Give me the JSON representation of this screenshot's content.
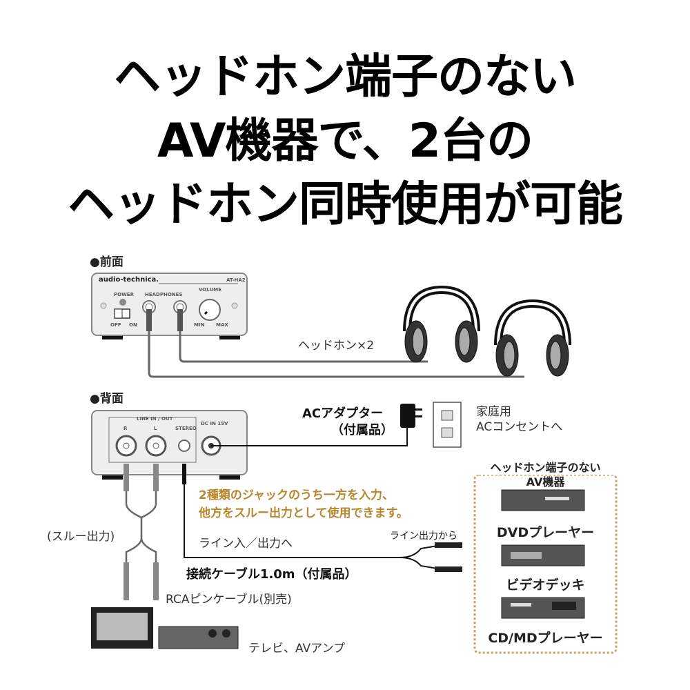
{
  "title": {
    "line1": "ヘッドホン端子のない",
    "line2": "AV機器で、2台の",
    "line3": "ヘッドホン同時使用が可能"
  },
  "front": {
    "section": "●前面",
    "brand": "audio-technica.",
    "model": "AT-HA2",
    "power": "POWER",
    "headphones": "HEADPHONES",
    "volume": "VOLUME",
    "off": "OFF",
    "on": "ON",
    "min": "MIN",
    "max": "MAX"
  },
  "headphones_label": "ヘッドホン×2",
  "rear": {
    "section": "●背面",
    "line_in_out": "LINE IN / OUT",
    "r": "R",
    "l": "L",
    "stereo": "STEREO",
    "dc_in": "DC IN 15V"
  },
  "ac_adapter": {
    "line1": "ACアダプター",
    "line2": "（付属品）"
  },
  "outlet": {
    "line1": "家庭用",
    "line2": "ACコンセントへ"
  },
  "note": {
    "line1": "2種類のジャックのうち一方を入力、",
    "line2": "他方をスルー出力として使用できます。"
  },
  "through_out": "(スルー出力)",
  "line_in_out_to": "ライン入／出力へ",
  "line_out_from": "ライン出力から",
  "cable": "接続ケーブル1.0m（付属品）",
  "rca_cable": "RCAピンケーブル(別売)",
  "tv_amp": "テレビ、AVアンプ",
  "av_box": {
    "title1": "ヘッドホン端子のない",
    "title2": "AV機器",
    "devices": [
      "DVDプレーヤー",
      "ビデオデッキ",
      "CD/MDプレーヤー"
    ]
  },
  "colors": {
    "accent": "#b8862e",
    "dashed": "#c8a062"
  }
}
